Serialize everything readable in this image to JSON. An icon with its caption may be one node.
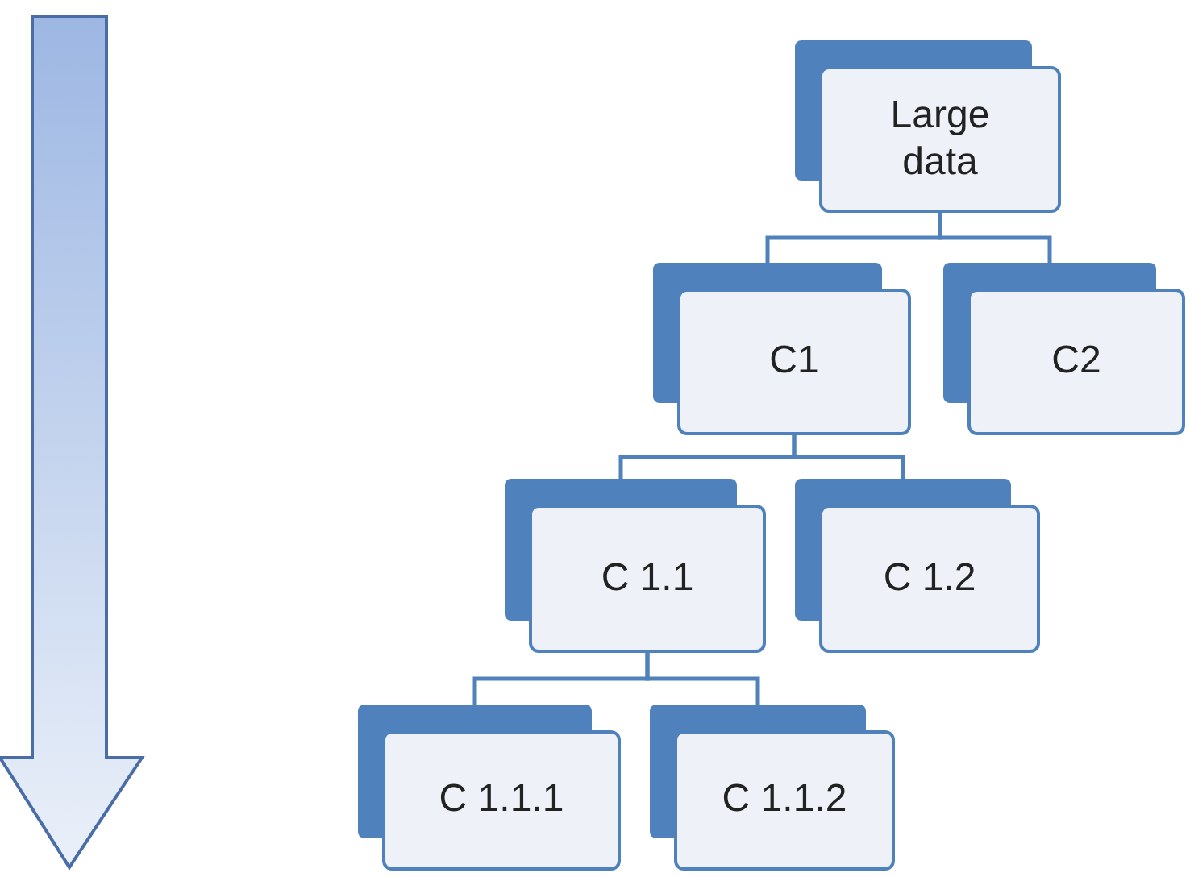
{
  "diagram": {
    "nodes": [
      {
        "text": [
          "Large data"
        ]
      },
      {
        "text": [
          "C1"
        ]
      },
      {
        "text": [
          "C2"
        ]
      },
      {
        "text": [
          "C 1.1"
        ]
      },
      {
        "text": [
          "C 1.2"
        ]
      },
      {
        "text": [
          "C 1.1.1"
        ]
      },
      {
        "text": [
          "C 1.1.2"
        ]
      }
    ],
    "edges": [
      {
        "from": 0,
        "to": 1,
        "arrow": "none"
      },
      {
        "from": 0,
        "to": 2,
        "arrow": "none"
      },
      {
        "from": 1,
        "to": 3,
        "arrow": "none"
      },
      {
        "from": 1,
        "to": 4,
        "arrow": "none"
      },
      {
        "from": 3,
        "to": 5,
        "arrow": "none"
      },
      {
        "from": 3,
        "to": 6,
        "arrow": "none"
      }
    ]
  }
}
